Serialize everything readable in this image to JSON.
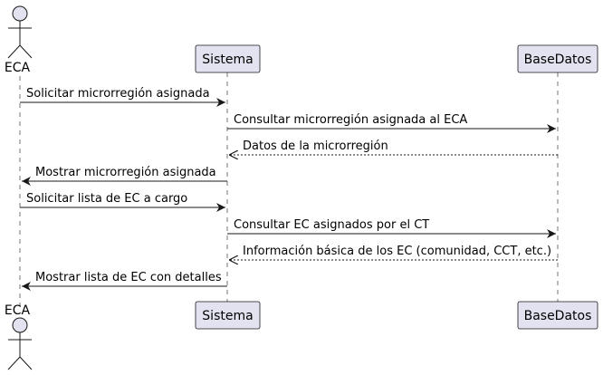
{
  "colors": {
    "participant_fill": "#E2E2F0",
    "participant_stroke": "#181818",
    "lifeline": "#181818",
    "arrow": "#181818",
    "background": "#FFFFFF"
  },
  "participants": [
    {
      "id": "eca",
      "label": "ECA",
      "kind": "actor"
    },
    {
      "id": "sistema",
      "label": "Sistema",
      "kind": "participant"
    },
    {
      "id": "basedatos",
      "label": "BaseDatos",
      "kind": "participant"
    }
  ],
  "messages": [
    {
      "from": "eca",
      "to": "sistema",
      "text": "Solicitar microrregión asignada",
      "style": "solid"
    },
    {
      "from": "sistema",
      "to": "basedatos",
      "text": "Consultar microrregión asignada al ECA",
      "style": "solid"
    },
    {
      "from": "basedatos",
      "to": "sistema",
      "text": "Datos de la microrregión",
      "style": "dashed"
    },
    {
      "from": "sistema",
      "to": "eca",
      "text": "Mostrar microrregión asignada",
      "style": "solid"
    },
    {
      "from": "eca",
      "to": "sistema",
      "text": "Solicitar lista de EC a cargo",
      "style": "solid"
    },
    {
      "from": "sistema",
      "to": "basedatos",
      "text": "Consultar EC asignados por el CT",
      "style": "solid"
    },
    {
      "from": "basedatos",
      "to": "sistema",
      "text": "Información básica de los EC (comunidad, CCT, etc.)",
      "style": "dashed"
    },
    {
      "from": "sistema",
      "to": "eca",
      "text": "Mostrar lista de EC con detalles",
      "style": "solid"
    }
  ]
}
